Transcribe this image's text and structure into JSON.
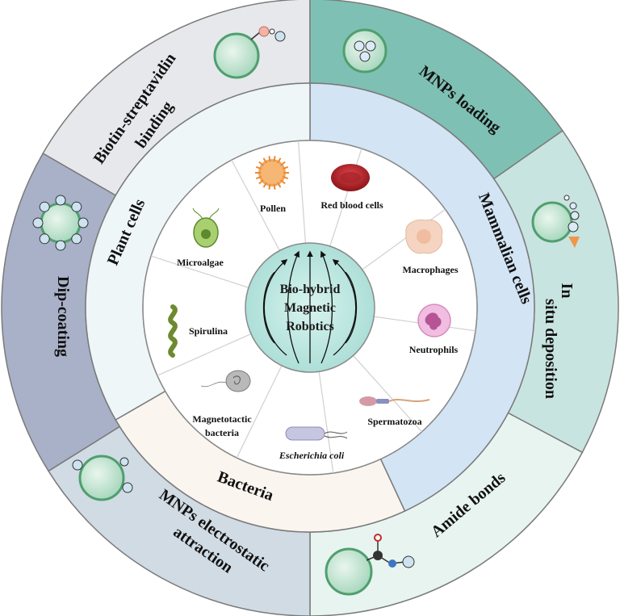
{
  "center": {
    "line1": "Bio-hybrid",
    "line2": "Magnetic",
    "line3": "Robotics"
  },
  "categories": {
    "plant": "Plant cells",
    "mammalian": "Mammalian cells",
    "bacteria": "Bacteria"
  },
  "methods": {
    "biotin_line1": "Biotin-streptavidin",
    "biotin_line2": "binding",
    "mnps_loading": "MNPs loading",
    "insitu_line1": "In",
    "insitu_line2": "situ deposition",
    "amide": "Amide bonds",
    "electro_line1": "MNPs electrostatic",
    "electro_line2": "attraction",
    "dip": "Dip-coating"
  },
  "cells": {
    "pollen": "Pollen",
    "rbc": "Red blood cells",
    "macrophages": "Macrophages",
    "neutrophils": "Neutrophils",
    "spermatozoa": "Spermatozoa",
    "ecoli": "Escherichia coli",
    "magneto_line1": "Magnetotactic",
    "magneto_line2": "bacteria",
    "spirulina": "Spirulina",
    "microalgae": "Microalgae"
  },
  "colors": {
    "biotin": "#e6e8ec",
    "mnps_loading": "#7fc0b4",
    "insitu": "#c8e4e0",
    "amide": "#e8f4f0",
    "electro": "#d0dbe4",
    "dip": "#a9b1c8",
    "plant": "#eef6f8",
    "mammalian": "#d3e4f4",
    "bacteria": "#fbf5ef",
    "center": "#b6e4de"
  }
}
